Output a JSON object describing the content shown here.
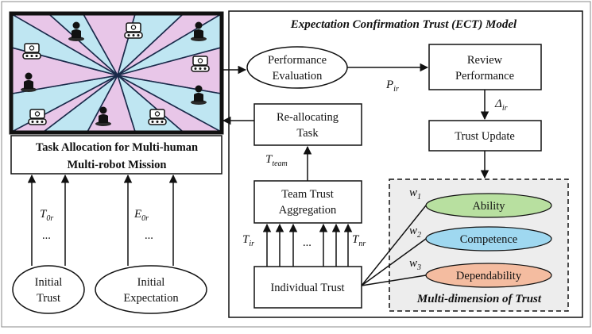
{
  "model": {
    "title": "Expectation Confirmation Trust (ECT) Model",
    "performance_evaluation": [
      "Performance",
      "Evaluation"
    ],
    "review_performance": [
      "Review",
      "Performance"
    ],
    "trust_update": "Trust Update",
    "reallocating_task": [
      "Re-allocating",
      "Task"
    ],
    "team_trust_aggregation": [
      "Team Trust",
      "Aggregation"
    ],
    "individual_trust": "Individual Trust"
  },
  "task_allocation": [
    "Task Allocation for Multi-human",
    "Multi-robot  Mission"
  ],
  "initial_trust": [
    "Initial",
    "Trust"
  ],
  "initial_expectation": [
    "Initial",
    "Expectation"
  ],
  "variables": {
    "p": {
      "base": "P",
      "sub": "ir"
    },
    "delta": {
      "base": "Δ",
      "sub": "ir"
    },
    "t_team": {
      "base": "T",
      "sub": "team"
    },
    "t_ir": {
      "base": "T",
      "sub": "ir"
    },
    "t_nr": {
      "base": "T",
      "sub": "nr"
    },
    "t_0r": {
      "base": "T",
      "sub": "0r"
    },
    "e_0r": {
      "base": "E",
      "sub": "0r"
    },
    "w1": {
      "base": "w",
      "sub": "1"
    },
    "w2": {
      "base": "w",
      "sub": "2"
    },
    "w3": {
      "base": "w",
      "sub": "3"
    }
  },
  "ellipsis": "...",
  "dimensions": {
    "title": "Multi-dimension of Trust",
    "items": [
      {
        "label": "Ability",
        "color": "#b8e0a0"
      },
      {
        "label": "Competence",
        "color": "#9fd8f0"
      },
      {
        "label": "Dependability",
        "color": "#f4bca0"
      }
    ]
  },
  "colors": {
    "pink": "#e8c6e8",
    "cyan": "#bfe6f2",
    "panel": "#ededed"
  }
}
